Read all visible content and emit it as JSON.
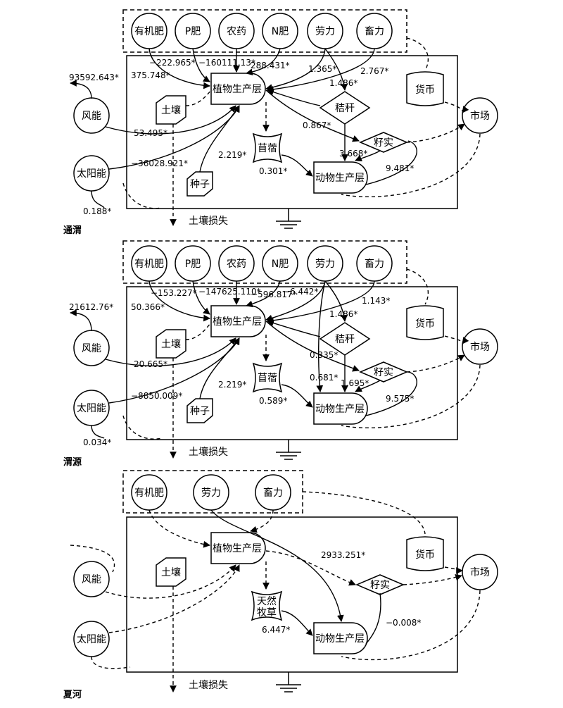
{
  "colors": {
    "ink": "#000000",
    "paper": "#ffffff"
  },
  "panels": [
    {
      "id": "tongwei",
      "label": "通渭",
      "inputs": [
        "有机肥",
        "P肥",
        "农药",
        "N肥",
        "劳力",
        "畜力"
      ],
      "nodes": {
        "plant": "植物生产层",
        "soil": "土壤",
        "seed": "种子",
        "straw": "秸秆",
        "grain": "籽实",
        "forage": "苜蓿",
        "animal": "动物生产层",
        "money": "货币",
        "market": "市场",
        "wind": "风能",
        "solar": "太阳能",
        "soil_loss": "土壤损失"
      },
      "flows": {
        "wind_out": "93592.643*",
        "organic": "−222.965*",
        "organic2": "375.748*",
        "p_fert": "−160111.13*",
        "n_fert": "288.431*",
        "labor": "1.365*",
        "draft": "2.767*",
        "straw_in": "1.486*",
        "wind": "53.495*",
        "solar": "−36028.921*",
        "seed": "2.219*",
        "straw_animal": "0.867*",
        "grain_animal": "3.668*",
        "forage": "0.301*",
        "grain_market": "9.481*",
        "solar_out": "0.188*"
      }
    },
    {
      "id": "weiyuan",
      "label": "渭源",
      "inputs": [
        "有机肥",
        "P肥",
        "农药",
        "N肥",
        "劳力",
        "畜力"
      ],
      "nodes": {
        "plant": "植物生产层",
        "soil": "土壤",
        "seed": "种子",
        "straw": "秸秆",
        "grain": "籽实",
        "forage": "苜蓿",
        "animal": "动物生产层",
        "money": "货币",
        "market": "市场",
        "wind": "风能",
        "solar": "太阳能",
        "soil_loss": "土壤损失"
      },
      "flows": {
        "wind_out": "21612.76*",
        "organic": "−153.227*",
        "organic2": "50.366*",
        "p_fert": "−147625.110*",
        "n_fert": "−596.817*",
        "labor": "−6.442*",
        "draft": "1.143*",
        "straw_in": "1.486*",
        "wind": "20.665*",
        "solar": "−8850.009*",
        "seed": "2.219*",
        "straw_animal": "0.335*",
        "labor_animal": "0.681*",
        "grain_animal": "1.695*",
        "forage": "0.589*",
        "grain_market": "9.575*",
        "solar_out": "0.034*"
      }
    },
    {
      "id": "xiahe",
      "label": "夏河",
      "inputs": [
        "有机肥",
        "劳力",
        "畜力"
      ],
      "nodes": {
        "plant": "植物生产层",
        "soil": "土壤",
        "grain": "籽实",
        "forage1": "天然",
        "forage2": "牧草",
        "animal": "动物生产层",
        "money": "货币",
        "market": "市场",
        "wind": "风能",
        "solar": "太阳能",
        "soil_loss": "土壤损失"
      },
      "flows": {
        "labor_animal": "2933.251*",
        "forage": "6.447*",
        "grain_market": "−0.008*"
      }
    }
  ]
}
